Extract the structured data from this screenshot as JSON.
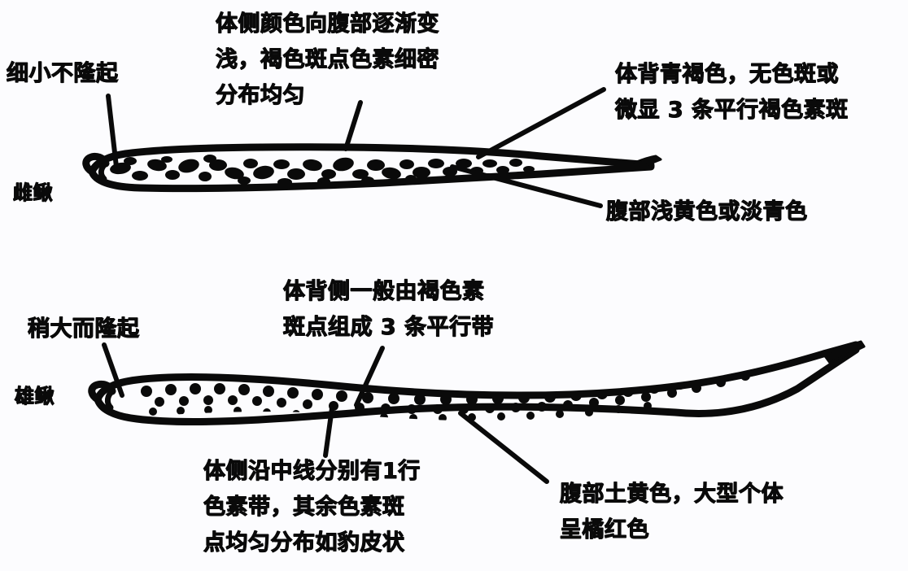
{
  "figure": {
    "background_color": "#fcfcfe",
    "ink_color": "#0a0a0a",
    "type": "comparative-line-drawing"
  },
  "upper_specimen": {
    "sex_label": "雌鳅",
    "genital_papilla_label": "细小不隆起",
    "flank_note": "体侧颜色向腹部逐渐变\n浅，褐色斑点色素细密\n分布均匀",
    "dorsal_note": "体背青褐色，无色斑或\n微显 3 条平行褐色素斑",
    "belly_note": "腹部浅黄色或淡青色"
  },
  "lower_specimen": {
    "sex_label": "雄鳅",
    "genital_papilla_label": "稍大而隆起",
    "dorsal_note": "体背侧一般由褐色素\n斑点组成 3 条平行带",
    "flank_note": "体侧沿中线分别有1行\n色素带，其余色素斑\n点均匀分布如豹皮状",
    "belly_note": "腹部土黄色，大型个体\n呈橘红色"
  }
}
